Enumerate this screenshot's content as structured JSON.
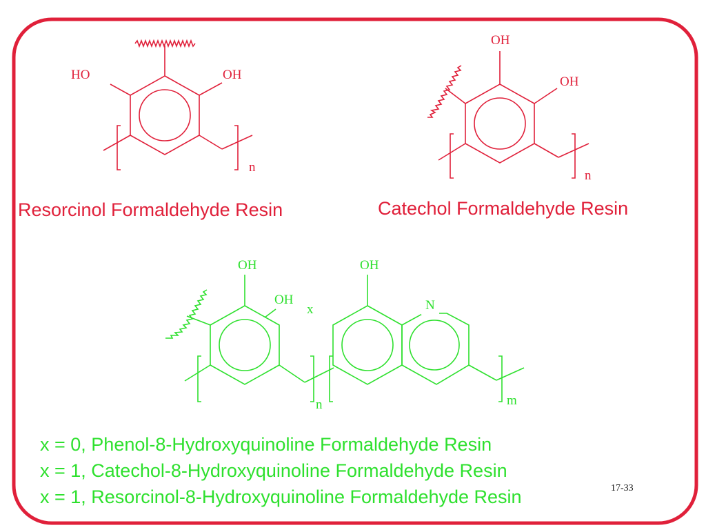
{
  "colors": {
    "frame": "#e0203a",
    "red": "#e0203a",
    "green": "#2ee02e",
    "text_dark": "#111111"
  },
  "structure_resorcinol": {
    "label_left": "HO",
    "label_right": "OH",
    "subscript": "n",
    "caption": "Resorcinol Formaldehyde Resin"
  },
  "structure_catechol": {
    "label_top": "OH",
    "label_right": "OH",
    "subscript": "n",
    "caption": "Catechol Formaldehyde Resin"
  },
  "structure_copolymer": {
    "label_oh_top_left": "OH",
    "label_oh_inner": "OH",
    "label_x": "x",
    "label_oh_top_right": "OH",
    "label_n_atom": "N",
    "subscript_n": "n",
    "subscript_m": "m"
  },
  "legend_lines": [
    "x = 0, Phenol-8-Hydroxyquinoline Formaldehyde Resin",
    "x = 1, Catechol-8-Hydroxyquinoline Formaldehyde Resin",
    "x = 1, Resorcinol-8-Hydroxyquinoline Formaldehyde Resin"
  ],
  "slide_number": "17-33"
}
